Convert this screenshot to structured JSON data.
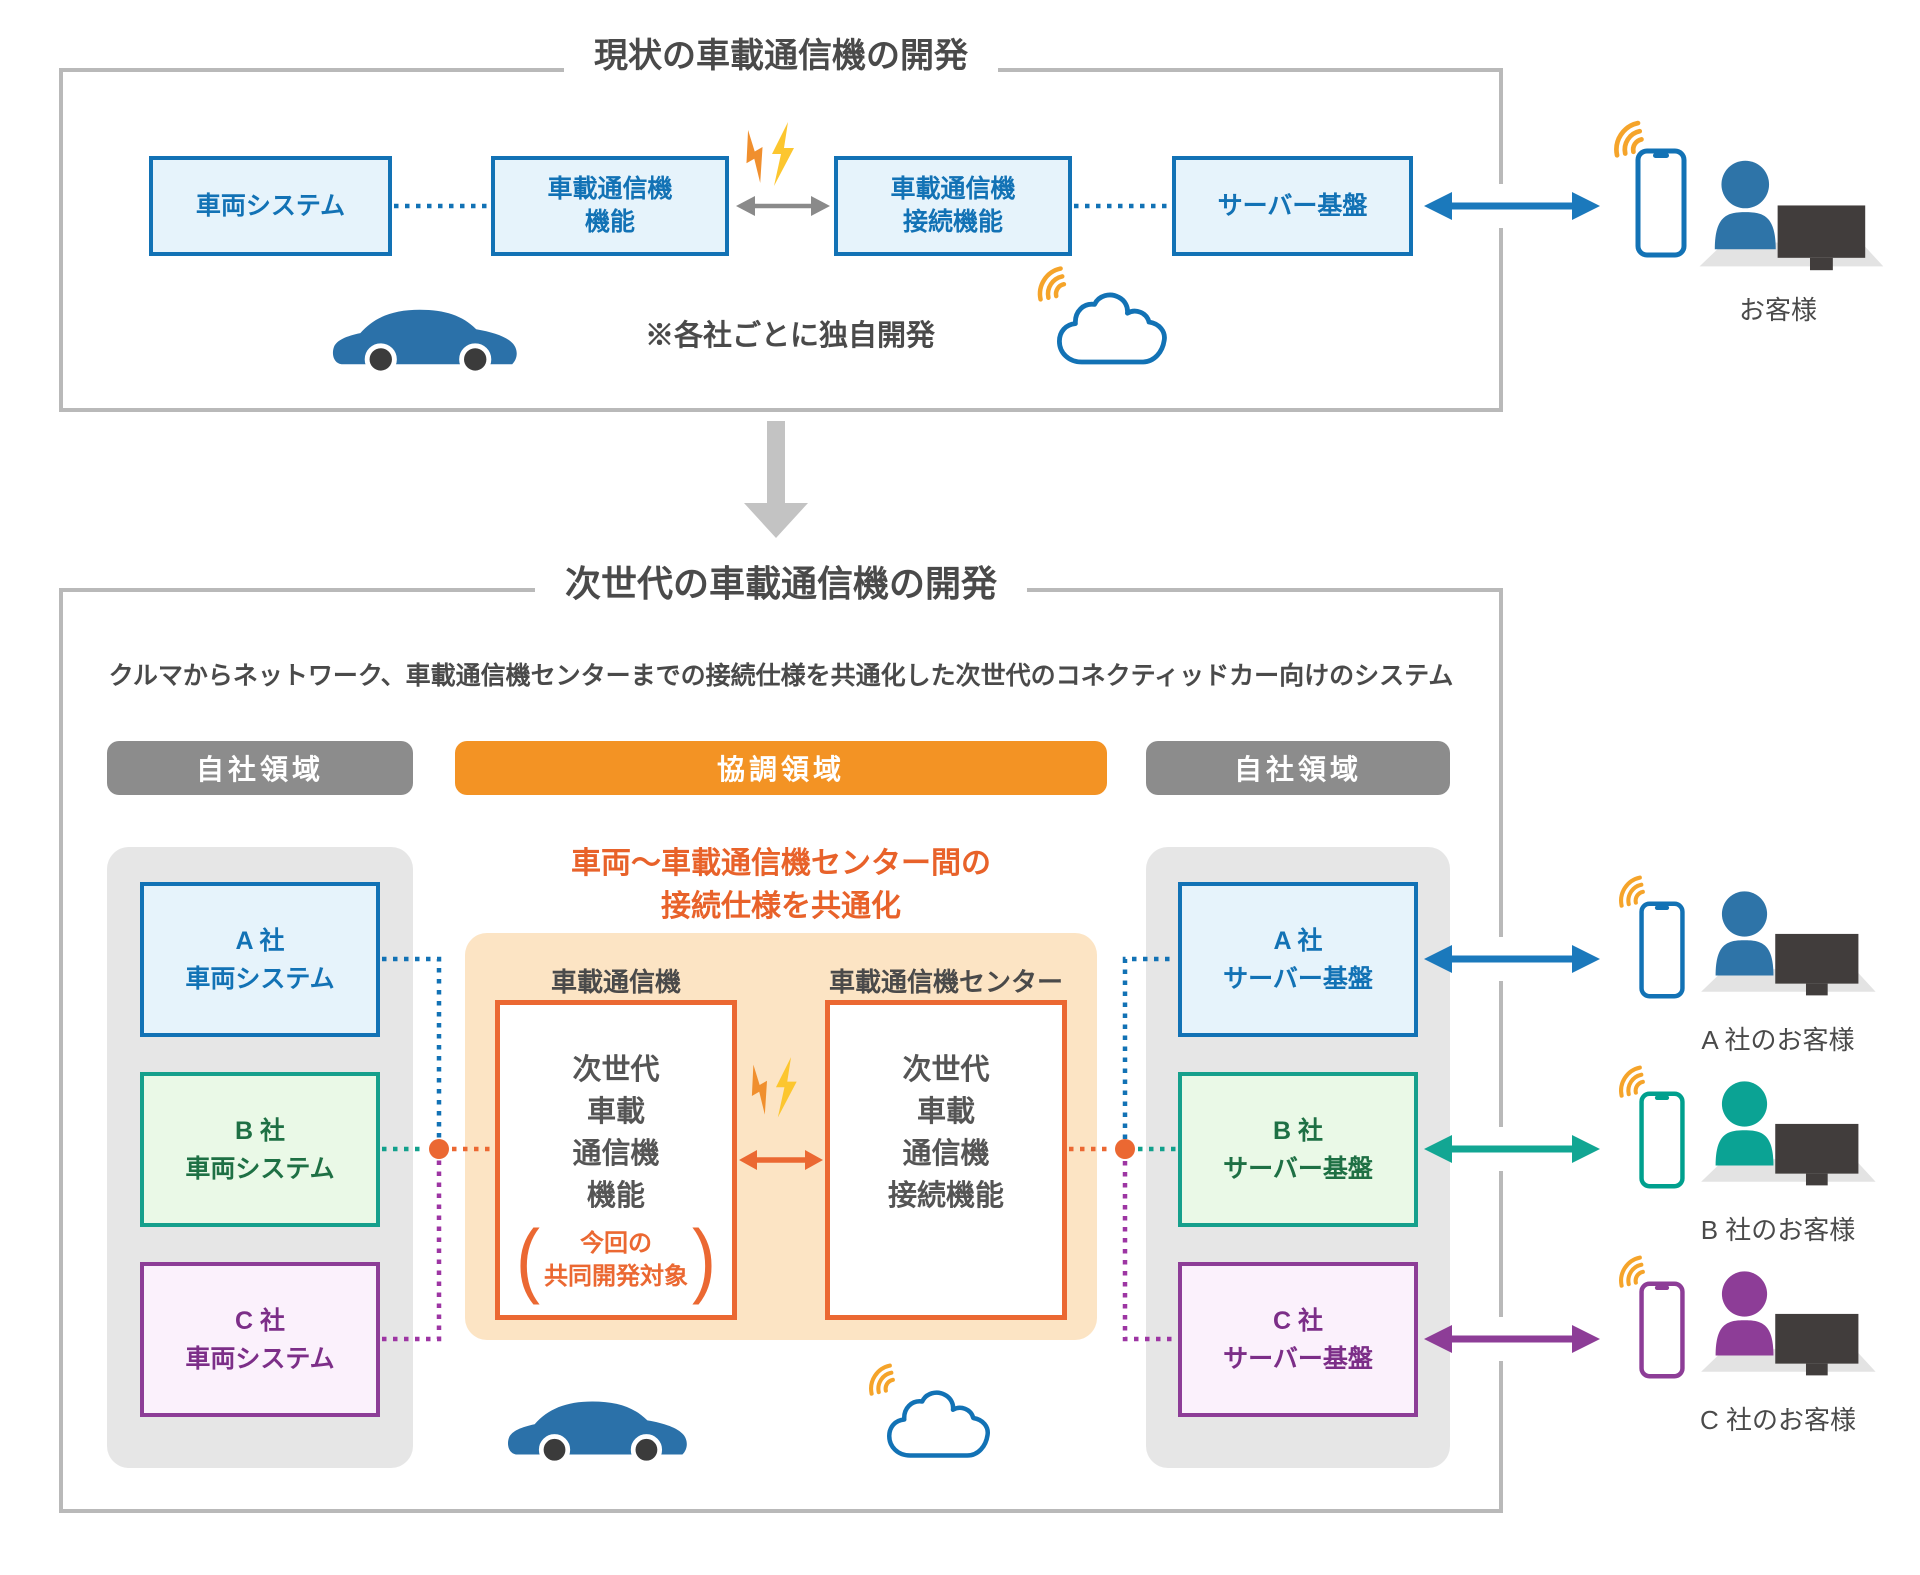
{
  "colors": {
    "blue": "#1272b5",
    "teal": "#12a08c",
    "green_text": "#1e7044",
    "purple": "#8d3d97",
    "orange_accent": "#eb6832",
    "orange_zone": "#f39324",
    "gray_zone": "#8c8c8c",
    "tan_panel": "#fce4c4",
    "gray_panel": "#e6e6e6",
    "text_dark": "#4a4a4a"
  },
  "top": {
    "title": "現状の車載通信機の開発",
    "box_vehicle_system": "車両システム",
    "box_device_func": "車載通信機\n機能",
    "box_device_conn": "車載通信機\n接続機能",
    "box_server": "サーバー基盤",
    "note": "※各社ごとに独自開発",
    "customer_label": "お客様"
  },
  "bottom": {
    "title": "次世代の車載通信機の開発",
    "description": "クルマからネットワーク、車載通信機センターまでの接続仕様を共通化した次世代のコネクティッドカー向けのシステム",
    "zone_left": "自社領域",
    "zone_center": "協調領域",
    "zone_right": "自社領域",
    "collab_heading": "車両〜車載通信機センター間の\n接続仕様を共通化",
    "vehicle_boxes": [
      {
        "label": "A 社\n車両システム"
      },
      {
        "label": "B 社\n車両システム"
      },
      {
        "label": "C 社\n車両システム"
      }
    ],
    "device_label": "車載通信機",
    "device_lines": "次世代\n車載\n通信機\n機能",
    "device_note": "今回の\n共同開発対象",
    "center_label": "車載通信機センター",
    "center_lines": "次世代\n車載\n通信機\n接続機能",
    "server_boxes": [
      {
        "label": "A 社\nサーバー基盤"
      },
      {
        "label": "B 社\nサーバー基盤"
      },
      {
        "label": "C 社\nサーバー基盤"
      }
    ],
    "customers": [
      {
        "label": "A 社のお客様"
      },
      {
        "label": "B 社のお客様"
      },
      {
        "label": "C 社のお客様"
      }
    ]
  }
}
